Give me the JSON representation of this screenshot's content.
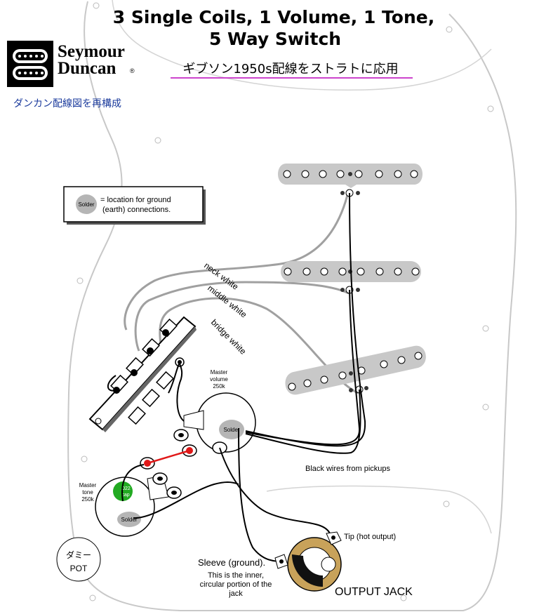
{
  "title": {
    "line1": "3 Single Coils, 1 Volume, 1 Tone,",
    "line2": "5 Way Switch"
  },
  "brand": {
    "line1": "Seymour",
    "line2": "Duncan",
    "mark": "®"
  },
  "subtitle_jp": "ギブソン1950s配線をストラトに応用",
  "subnote_jp": "ダンカン配線図を再構成",
  "legend": {
    "solder_tag": "Solder",
    "text_line1": "= location for ground",
    "text_line2": "(earth) connections."
  },
  "wire_labels": {
    "neck": "neck white",
    "middle": "middle white",
    "bridge": "bridge white",
    "black": "Black wires from pickups"
  },
  "volume_pot": {
    "line1": "Master",
    "line2": "volume",
    "line3": "250k",
    "solder": "Solder"
  },
  "tone_pot": {
    "line1": "Master",
    "line2": "tone",
    "line3": "250k",
    "solder": "Solder",
    "cap_line1": ".022",
    "cap_line2": "cap"
  },
  "jack": {
    "tip": "Tip (hot output)",
    "sleeve": "Sleeve (ground).",
    "sleeve_note1": "This is the inner,",
    "sleeve_note2": "circular portion of the",
    "sleeve_note3": "jack",
    "label": "OUTPUT JACK"
  },
  "dummy_pot": {
    "line1": "ダミー",
    "line2": "POT"
  },
  "colors": {
    "pickup_gray": "#c8c8c8",
    "wire_gray": "#a0a0a0",
    "red_wire": "#e01818",
    "cap_green": "#22aa22",
    "jack_ring": "#c8a25a",
    "underline": "#cc44cc",
    "jp_blue": "#1a3a9c"
  }
}
